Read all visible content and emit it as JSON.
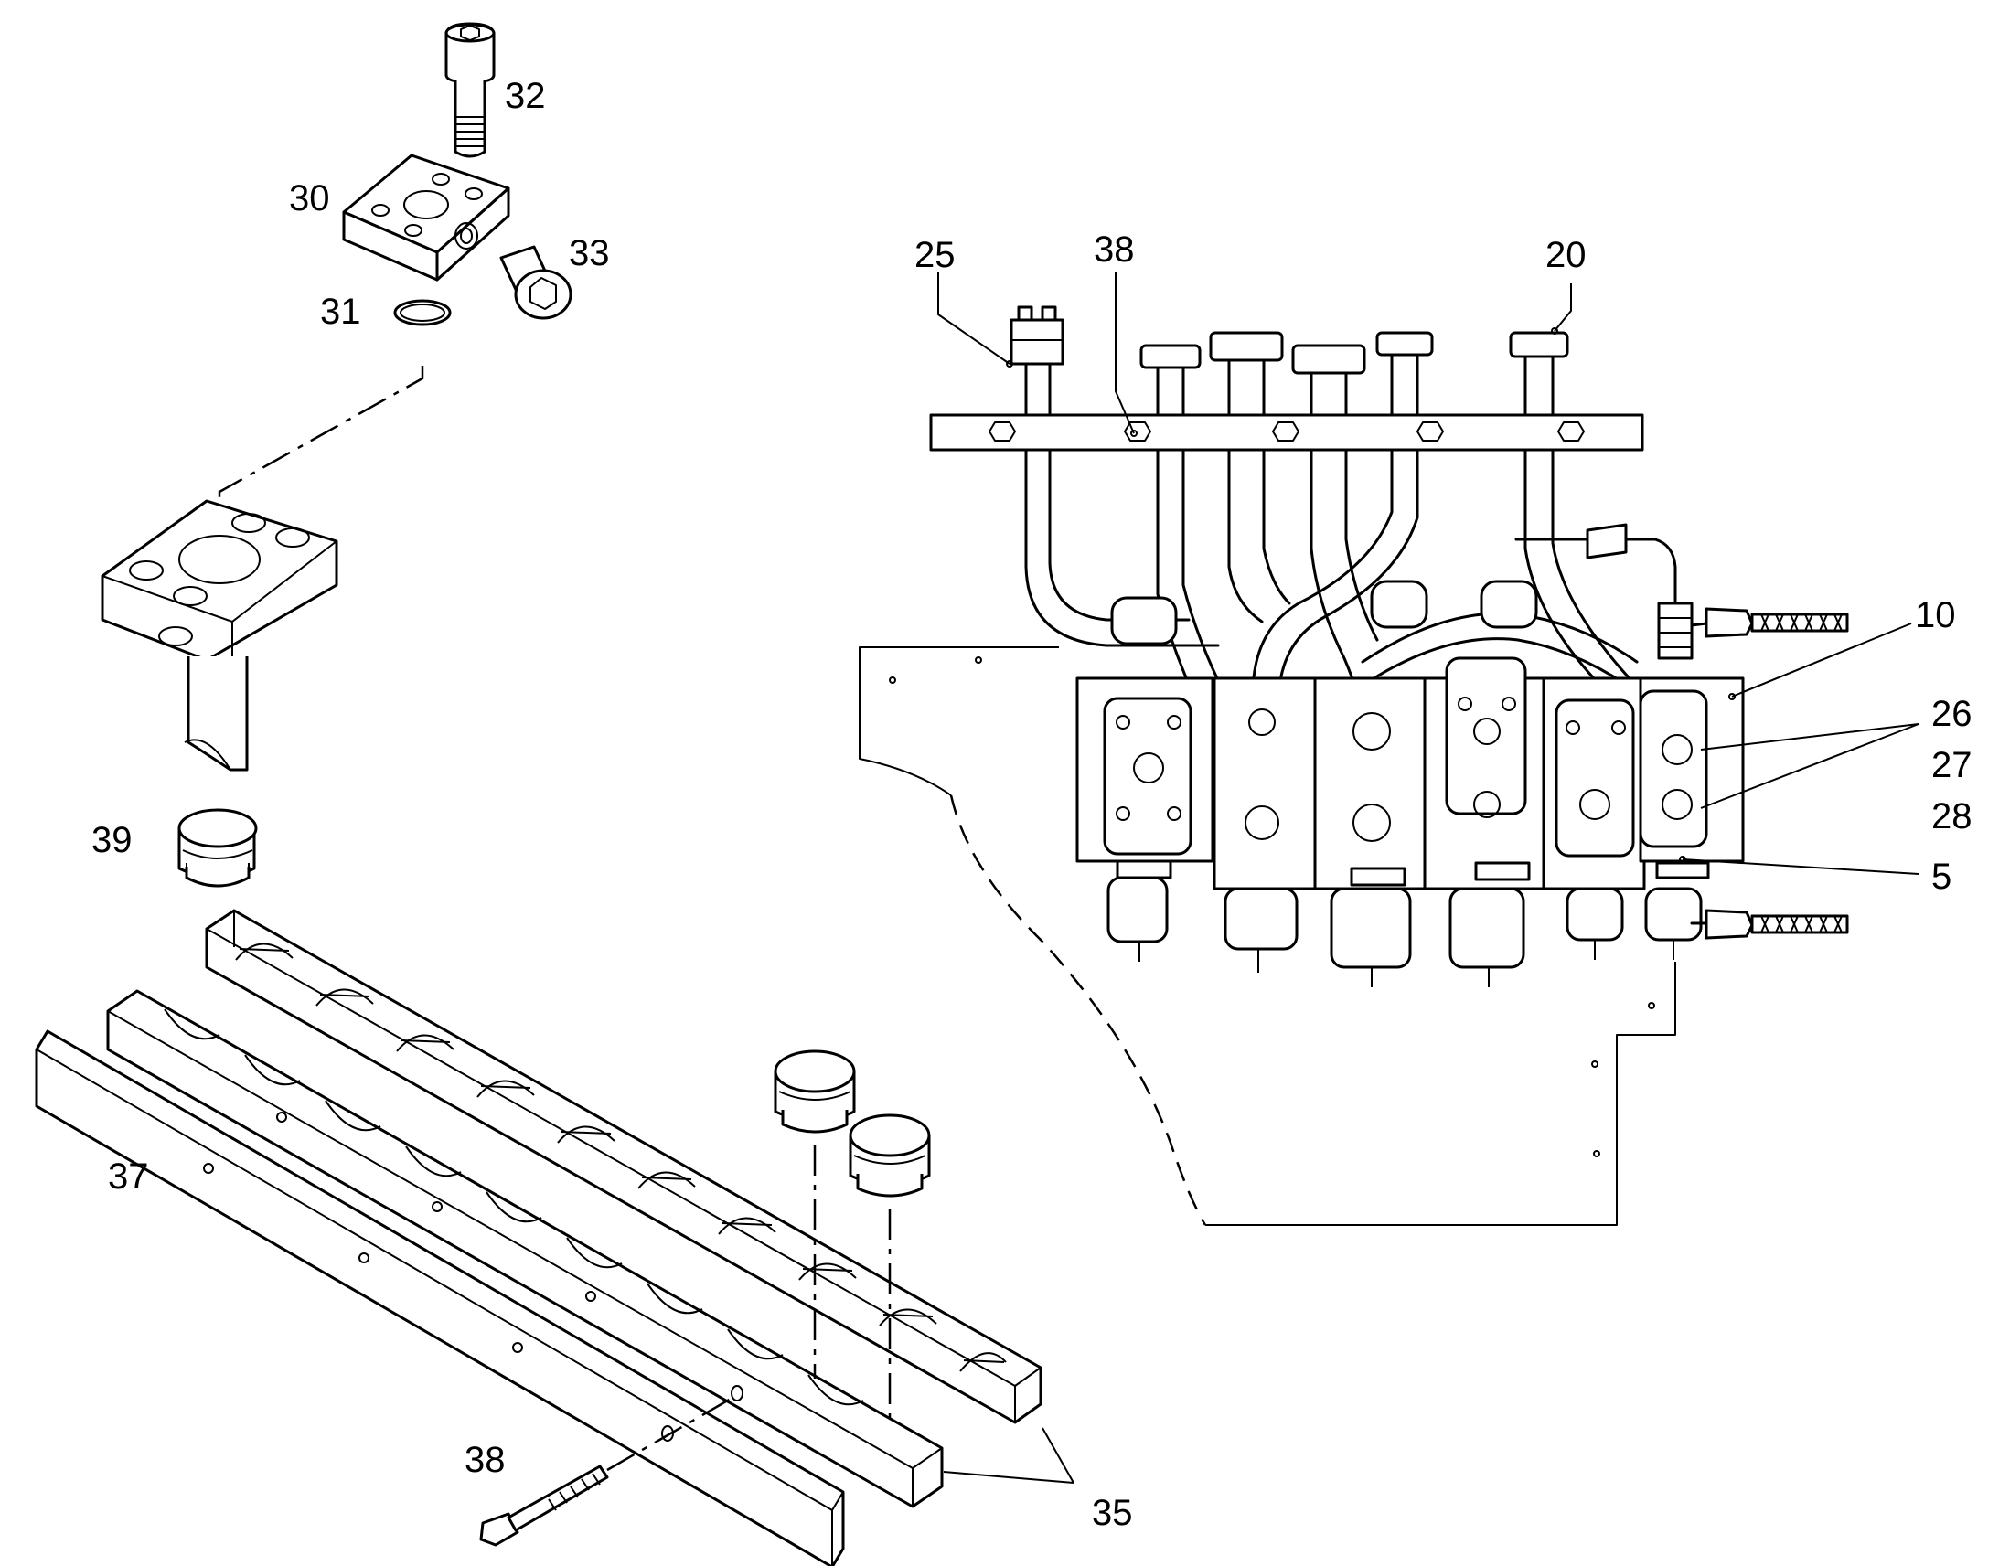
{
  "diagram": {
    "part_labels": {
      "p32": "32",
      "p30": "30",
      "p33": "33",
      "p31": "31",
      "p39": "39",
      "p37": "37",
      "p38a": "38",
      "p35": "35",
      "p25": "25",
      "p38b": "38",
      "p20": "20",
      "p10": "10",
      "p26": "26",
      "p27": "27",
      "p28": "28",
      "p5": "5"
    }
  }
}
